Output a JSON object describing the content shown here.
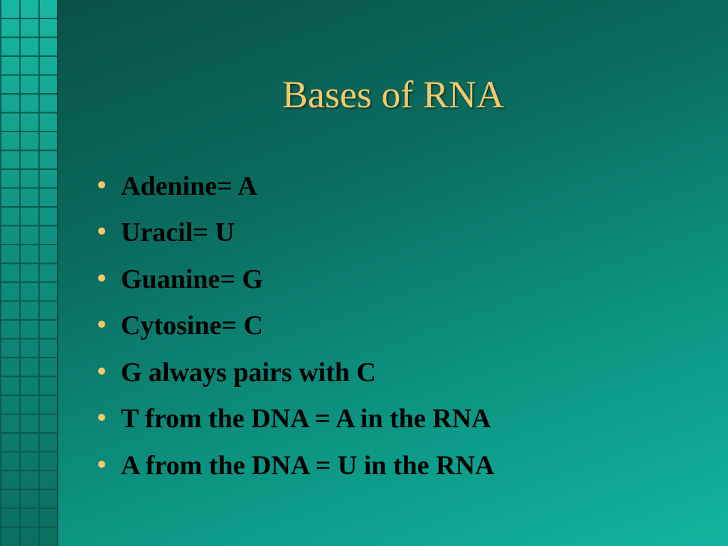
{
  "slide": {
    "title": "Bases of RNA",
    "bullets": [
      "Adenine= A",
      "Uracil= U",
      "Guanine= G",
      "Cytosine= C",
      "G always pairs with C",
      "T from the DNA = A in the RNA",
      "A from the DNA = U in the RNA"
    ]
  },
  "colors": {
    "title": "#f4c86a",
    "bullet": "#f4c86a",
    "text": "#000000",
    "background_dark": "#0b4f47",
    "background_light": "#12b5a1"
  }
}
